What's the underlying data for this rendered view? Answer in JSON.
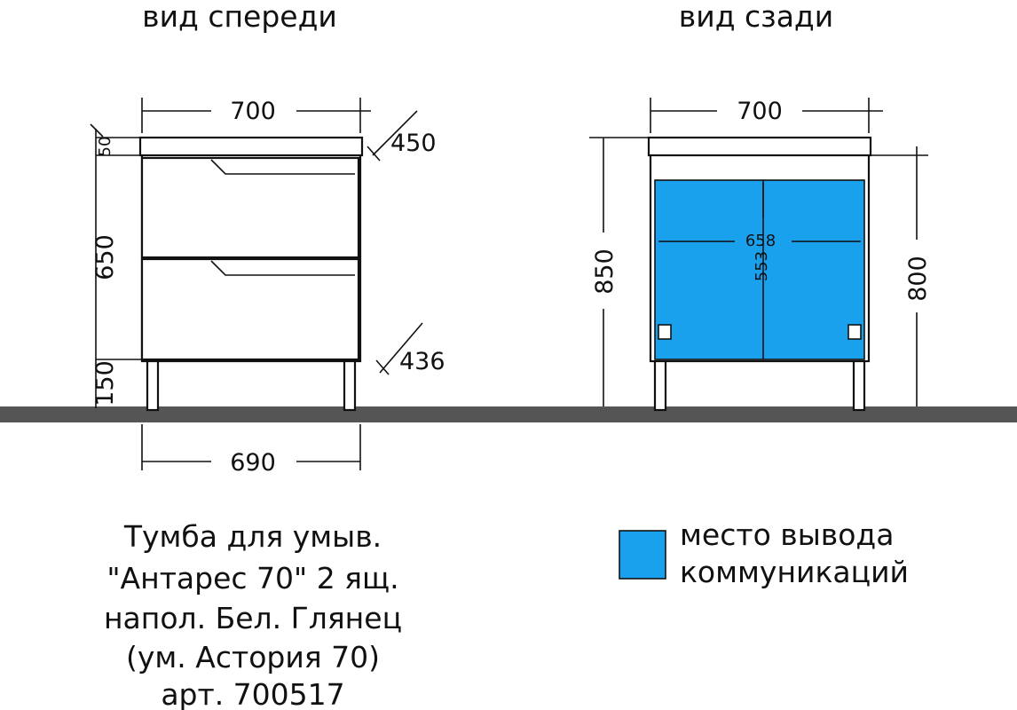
{
  "views": {
    "front_title": "вид спереди",
    "back_title": "вид сзади"
  },
  "front_dims": {
    "width_top": "700",
    "depth_top": "450",
    "top_thickness": "50",
    "body_height": "650",
    "depth_bottom": "436",
    "leg_height": "150",
    "width_bottom": "690"
  },
  "back_dims": {
    "width_top": "700",
    "total_height": "850",
    "body_height": "800",
    "opening_width": "658",
    "opening_height": "553"
  },
  "legend": {
    "color": "#1aa1ee",
    "line1": "место вывода",
    "line2": "коммуникаций"
  },
  "caption": {
    "line1": "Тумба для умыв.",
    "line2": "\"Антарес 70\" 2 ящ.",
    "line3": "напол. Бел. Глянец",
    "line4": "(ум. Астория 70)",
    "line5": "арт. 700517"
  },
  "colors": {
    "floor": "#555555",
    "outline": "#111111",
    "opening": "#1aa1ee"
  }
}
